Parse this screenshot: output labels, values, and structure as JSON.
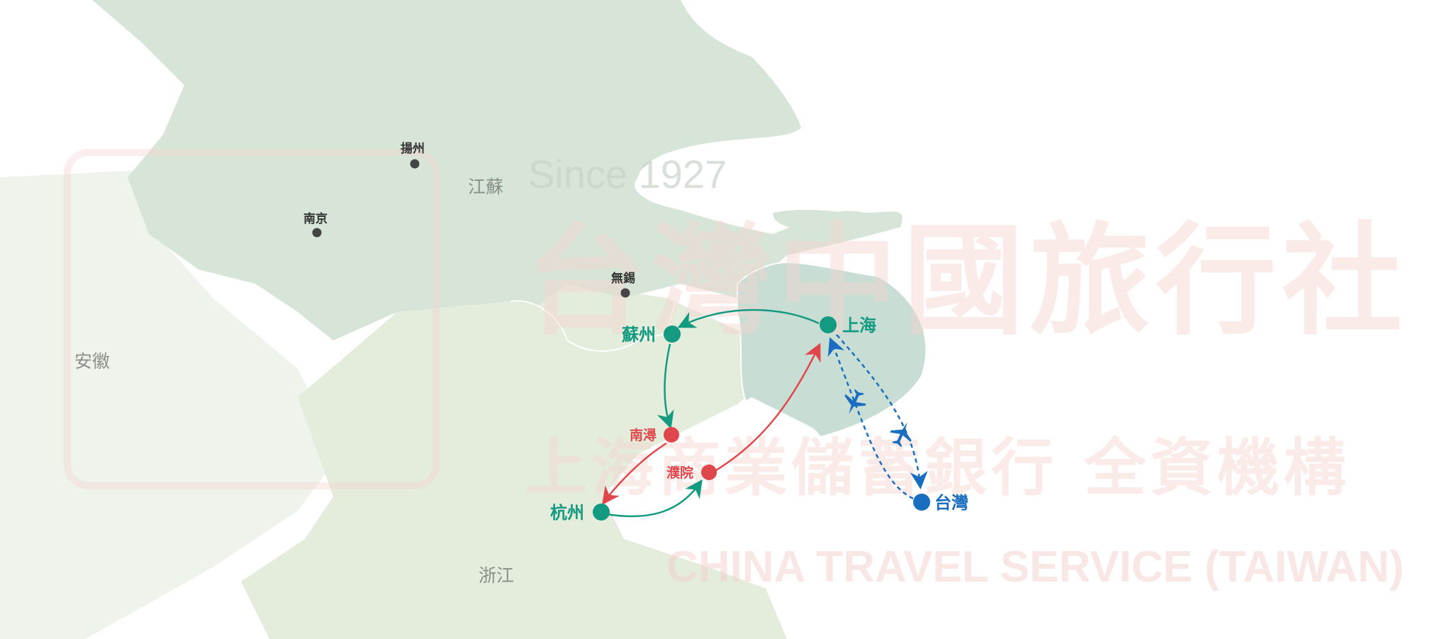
{
  "colors": {
    "teal": "#139a80",
    "red": "#e0474c",
    "blue": "#1a6ec0",
    "city_dot": "#444444",
    "jiangsu": "#d6e5d7",
    "zhejiang": "#e4ecdc",
    "shanghai": "#c8ded5",
    "anhui": "#eef3ec"
  },
  "provinces": {
    "jiangsu": "江蘇",
    "zhejiang": "浙江",
    "anhui": "安徽"
  },
  "cities": [
    {
      "name": "揚州"
    },
    {
      "name": "南京"
    },
    {
      "name": "無錫"
    }
  ],
  "stops": {
    "shanghai": "上海",
    "suzhou": "蘇州",
    "nanxun": "南潯",
    "puyuan": "濮院",
    "hangzhou": "杭州",
    "taiwan": "台灣"
  },
  "route": {
    "ground": [
      "上海",
      "蘇州",
      "南潯",
      "杭州",
      "濮院",
      "上海"
    ],
    "flight": [
      "台灣",
      "上海",
      "台灣"
    ],
    "icon": "airplane-icon"
  },
  "watermark": {
    "since": "Since 1927",
    "name_zh": "台灣中國旅行社",
    "name_en": "CHINA TRAVEL SERVICE (TAIWAN)",
    "tagline": "上海商業儲蓄銀行 全資機構"
  }
}
